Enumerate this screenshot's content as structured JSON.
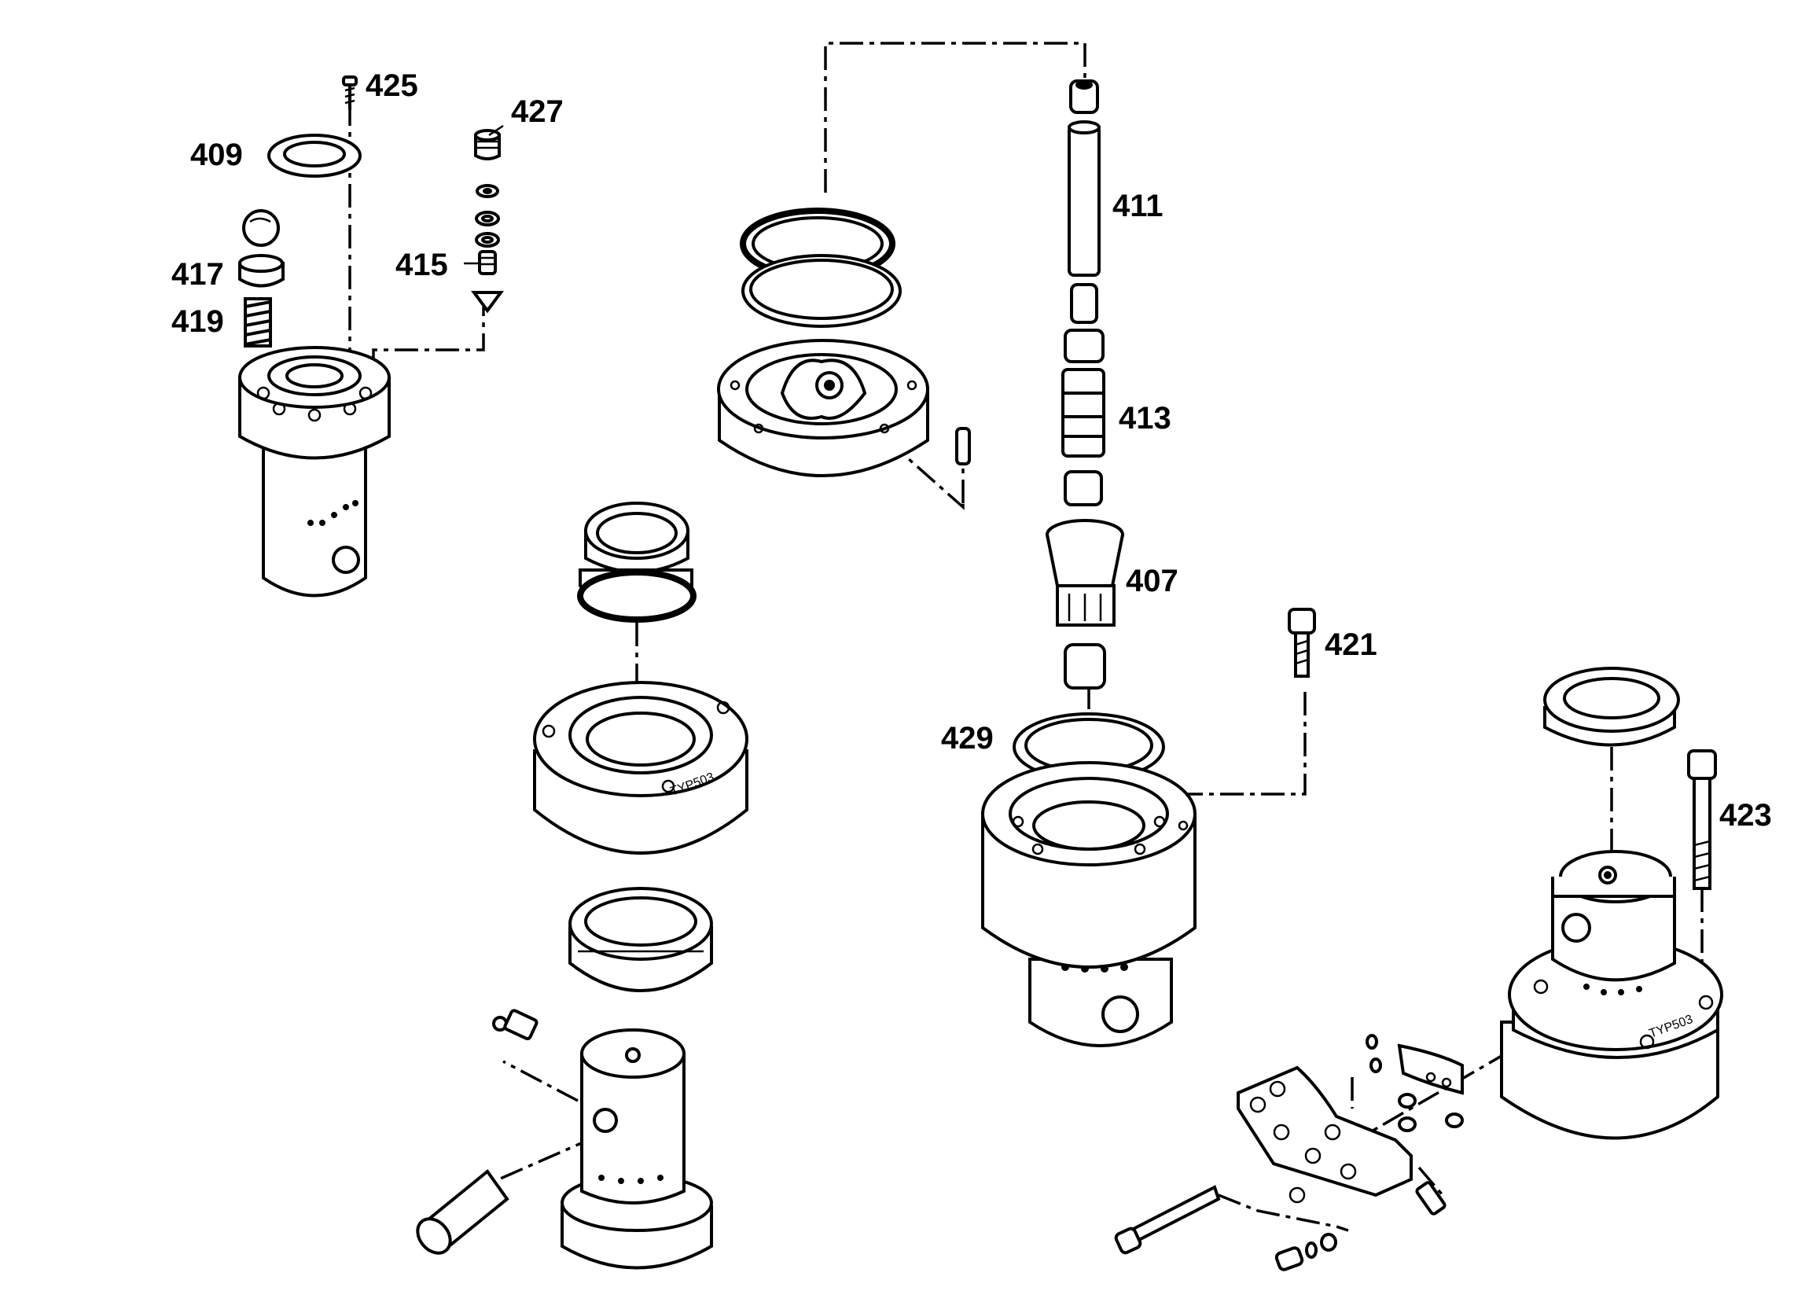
{
  "labels": {
    "p425": "425",
    "p409": "409",
    "p427": "427",
    "p417": "417",
    "p415": "415",
    "p419": "419",
    "p411": "411",
    "p413": "413",
    "p407": "407",
    "p421": "421",
    "p429": "429",
    "p423": "423"
  },
  "markings": {
    "type_left": "TYP503",
    "type_right": "TYP503"
  }
}
